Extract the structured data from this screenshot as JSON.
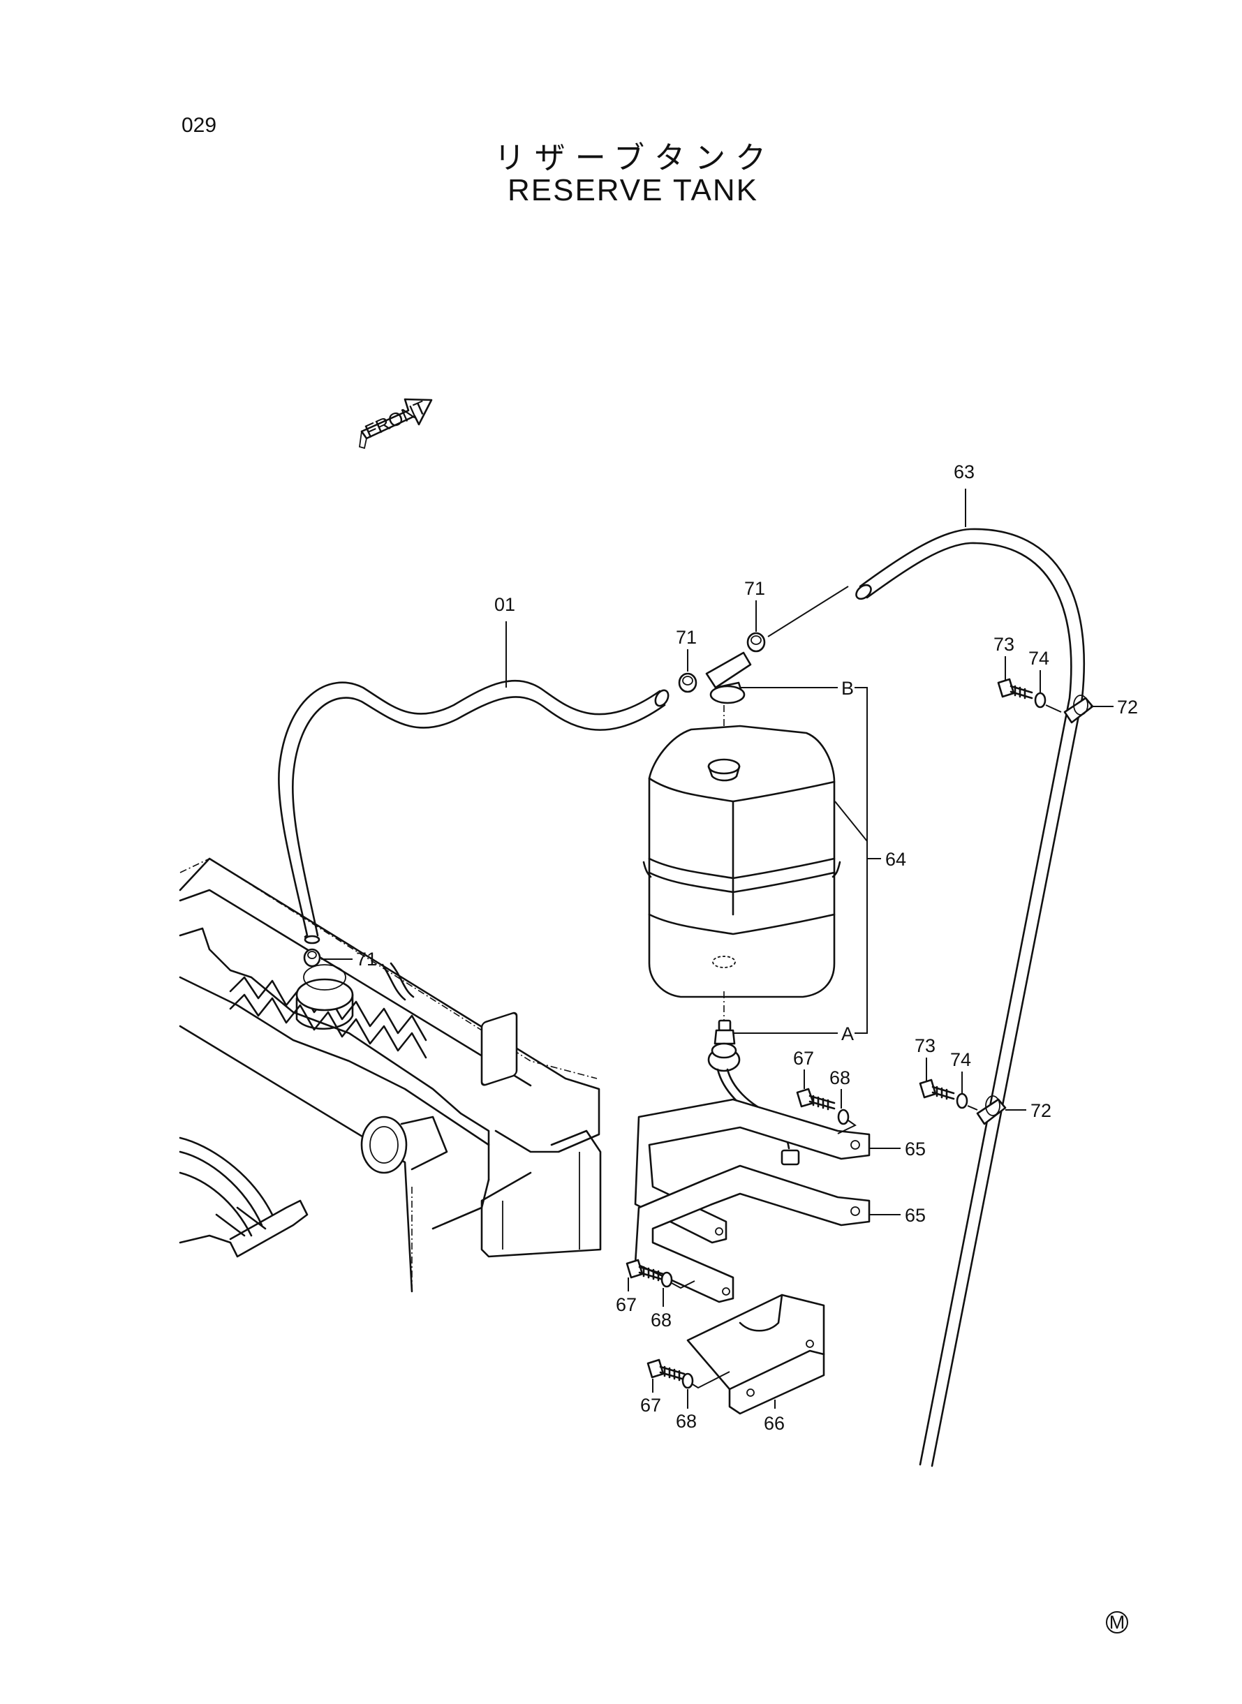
{
  "page_number": "029",
  "title_jp": "リザーブタンク",
  "title_en": "RESERVE TANK",
  "front_label": "FRONT",
  "watermark": "M",
  "group_labels": {
    "b": "B",
    "a": "A"
  },
  "callouts": {
    "p01": "01",
    "p63": "63",
    "p64": "64",
    "p65_top": "65",
    "p65_bottom": "65",
    "p66": "66",
    "p67_mid": "67",
    "p67_left": "67",
    "p67_low": "67",
    "p68_mid": "68",
    "p68_left": "68",
    "p68_low": "68",
    "p71_top": "71",
    "p71_left": "71",
    "p71_rad": "71",
    "p72_top": "72",
    "p72_bottom": "72",
    "p73_top": "73",
    "p73_bottom": "73",
    "p74_top": "74",
    "p74_bottom": "74"
  }
}
